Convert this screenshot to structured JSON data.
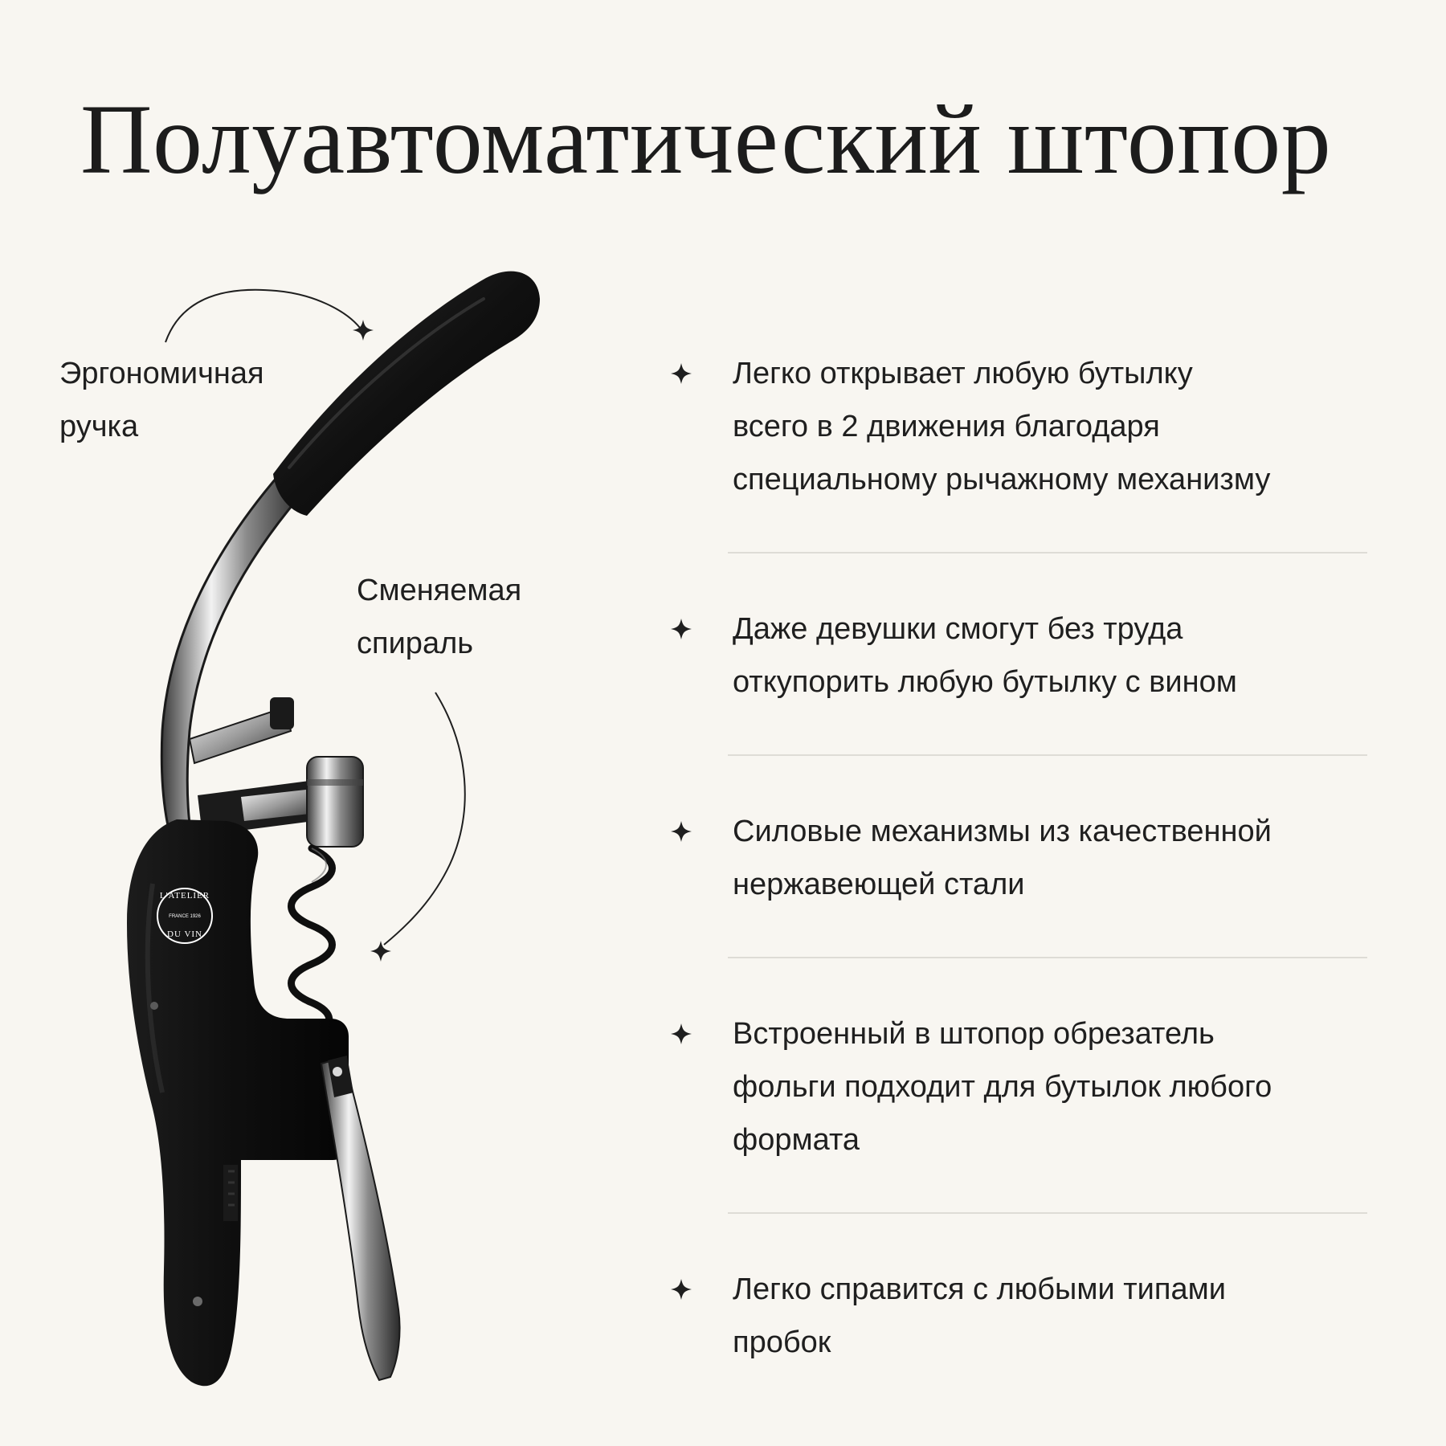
{
  "header": {
    "title": "Полуавтоматический штопор"
  },
  "product": {
    "brand_mark": "L'ATELIER DU VIN FRANCE 1926"
  },
  "callouts": {
    "handle": "Эргономичная\nручка",
    "spiral": "Сменяемая\nспираль"
  },
  "features": [
    {
      "text": "Легко открывает любую бутылку\nвсего в 2 движения благодаря\nспециальному рычажному механизму"
    },
    {
      "text": "Даже девушки смогут без труда\nоткупорить любую бутылку с вином"
    },
    {
      "text": "Силовые механизмы из качественной\nнержавеющей стали"
    },
    {
      "text": "Встроенный в штопор обрезатель\nфольги подходит для бутылок любого\nформата"
    },
    {
      "text": "Легко справится с любыми типами\nпробок"
    }
  ],
  "icons": {
    "bullet": "four-point-sparkle-icon",
    "callout_arrow_head": "four-point-sparkle-icon"
  },
  "colors": {
    "background": "#f8f6f1",
    "text": "#1f1f1f",
    "product_black": "#111111",
    "chrome": "#cfcfcf",
    "divider": "#dedcd6"
  }
}
